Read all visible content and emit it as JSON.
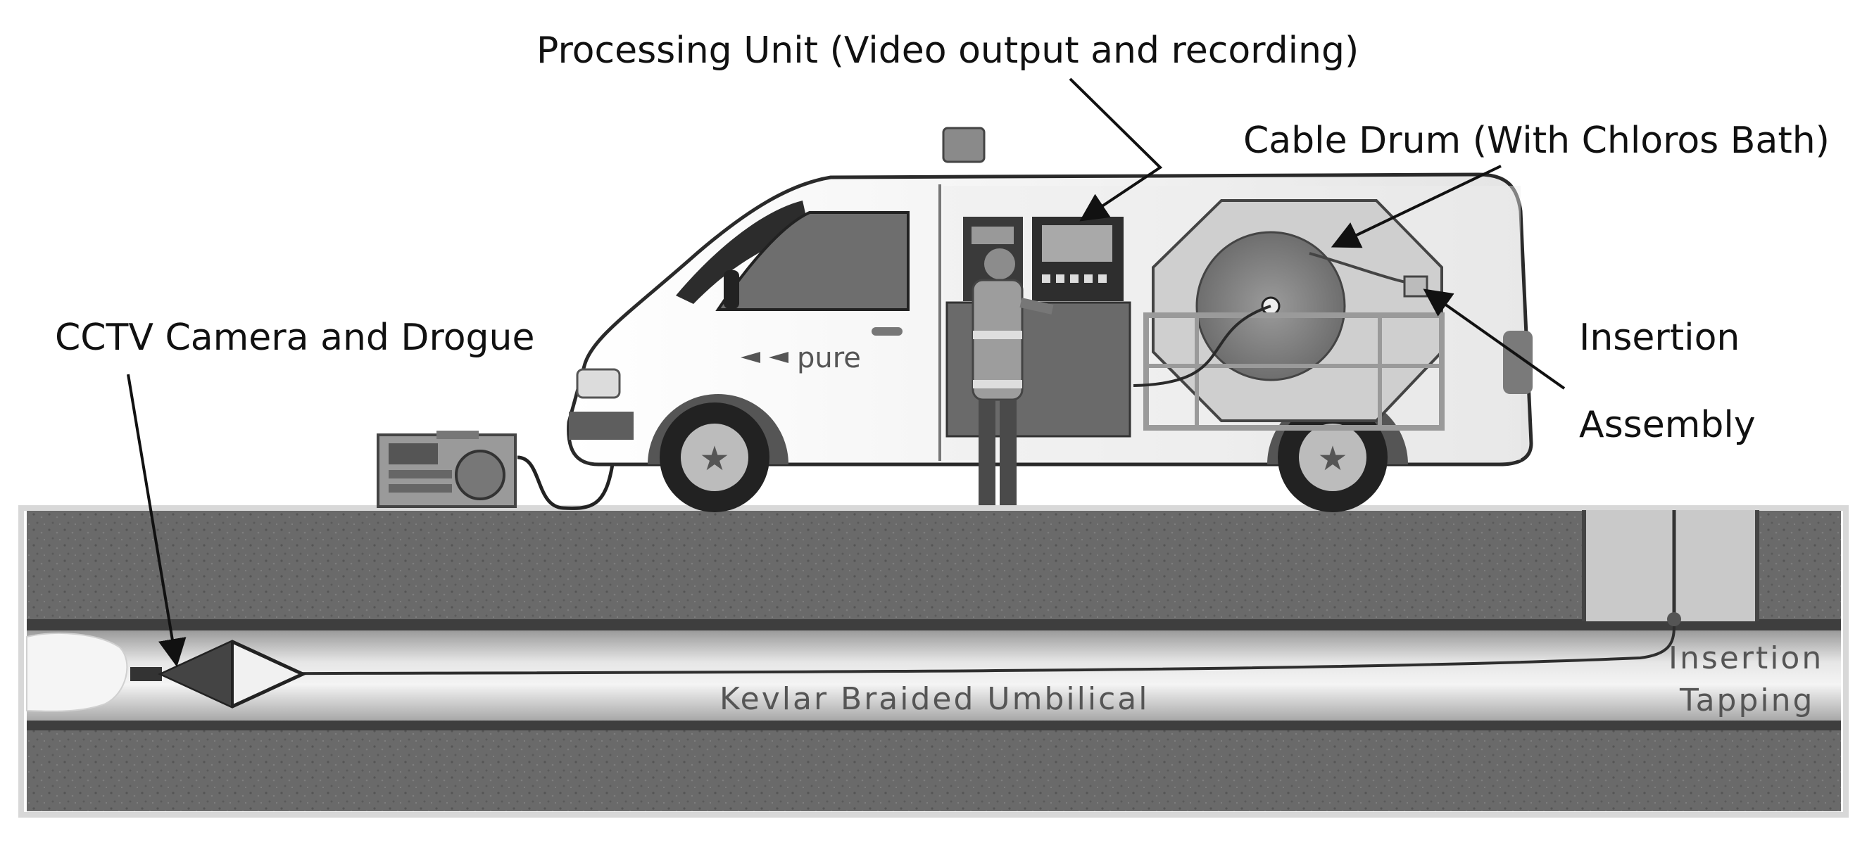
{
  "labels": {
    "processing_unit": "Processing Unit (Video output and recording)",
    "cable_drum": "Cable Drum (With Chloros Bath)",
    "cctv": "CCTV Camera and Drogue",
    "insertion_line1": "Insertion",
    "insertion_line2": "Assembly",
    "kevlar": "Kevlar Braided Umbilical",
    "tapping_line1": "Insertion",
    "tapping_line2": "Tapping",
    "van_logo": "pure"
  },
  "colors": {
    "ground": "#6b6b6b",
    "pipe": "#c9c9c9",
    "van_body": "#f4f4f4",
    "outline": "#2a2a2a"
  }
}
